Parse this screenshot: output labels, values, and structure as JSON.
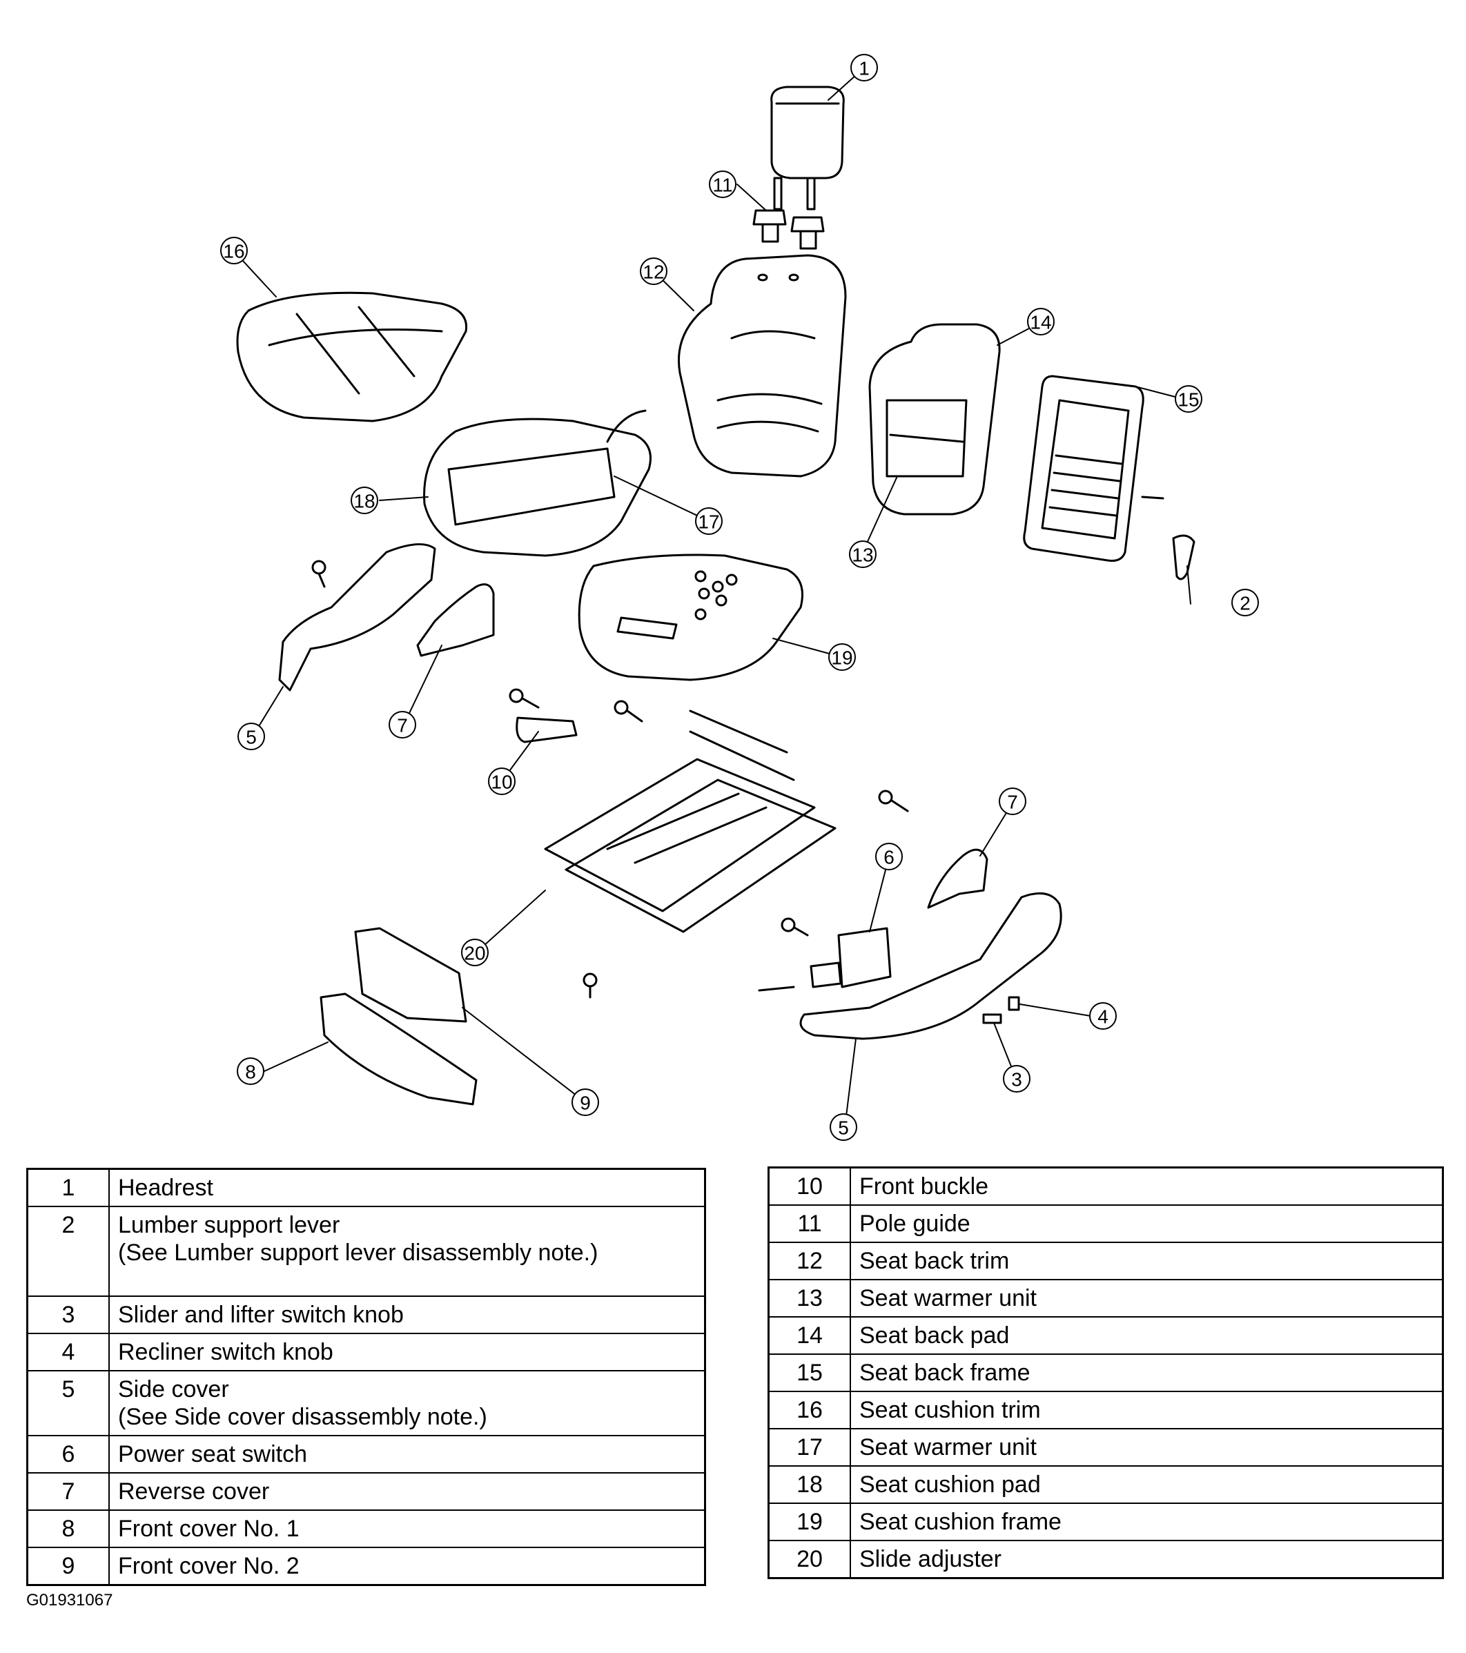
{
  "figure_code": "G01931067",
  "callouts": [
    "1",
    "2",
    "3",
    "4",
    "5",
    "5",
    "6",
    "7",
    "7",
    "8",
    "9",
    "10",
    "11",
    "12",
    "13",
    "14",
    "15",
    "16",
    "17",
    "18",
    "19",
    "20"
  ],
  "parts_left": [
    {
      "num": "1",
      "name": "Headrest",
      "note": ""
    },
    {
      "num": "2",
      "name": "Lumber support lever",
      "note": "(See Lumber support lever disassembly note.)"
    },
    {
      "num": "3",
      "name": "Slider and lifter switch knob",
      "note": ""
    },
    {
      "num": "4",
      "name": "Recliner switch knob",
      "note": ""
    },
    {
      "num": "5",
      "name": "Side cover",
      "note": "(See Side cover disassembly note.)"
    },
    {
      "num": "6",
      "name": "Power seat switch",
      "note": ""
    },
    {
      "num": "7",
      "name": "Reverse cover",
      "note": ""
    },
    {
      "num": "8",
      "name": "Front cover No. 1",
      "note": ""
    },
    {
      "num": "9",
      "name": "Front cover No. 2",
      "note": ""
    }
  ],
  "parts_right": [
    {
      "num": "10",
      "name": "Front buckle"
    },
    {
      "num": "11",
      "name": "Pole guide"
    },
    {
      "num": "12",
      "name": "Seat back trim"
    },
    {
      "num": "13",
      "name": "Seat warmer unit"
    },
    {
      "num": "14",
      "name": "Seat back pad"
    },
    {
      "num": "15",
      "name": "Seat back frame"
    },
    {
      "num": "16",
      "name": "Seat cushion trim"
    },
    {
      "num": "17",
      "name": "Seat warmer unit"
    },
    {
      "num": "18",
      "name": "Seat cushion pad"
    },
    {
      "num": "19",
      "name": "Seat cushion frame"
    },
    {
      "num": "20",
      "name": "Slide adjuster"
    }
  ]
}
